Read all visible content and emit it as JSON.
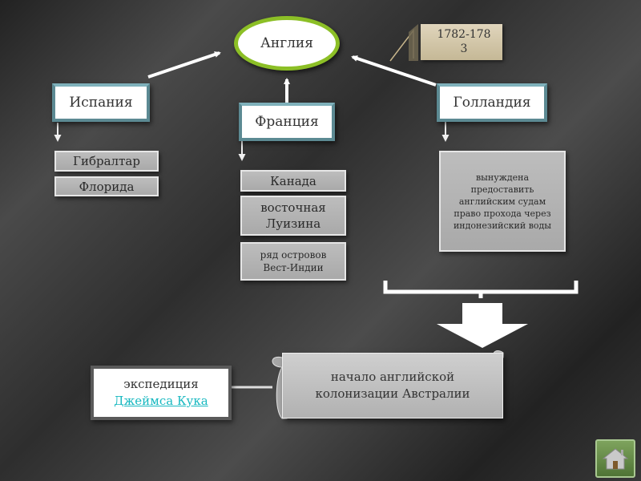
{
  "center": {
    "label": "Англия"
  },
  "date_badge": {
    "line1": "1782-178",
    "line2": "3"
  },
  "countries": {
    "spain": {
      "label": "Испания",
      "items": [
        "Гибралтар",
        "Флорида"
      ]
    },
    "france": {
      "label": "Франция",
      "items": [
        "Канада",
        "восточная Луизина",
        "ряд островов Вест-Индии"
      ]
    },
    "holland": {
      "label": "Голландия",
      "note": "вынуждена предоставить английским судам право прохода через индонезийский воды"
    }
  },
  "result": {
    "text": "начало английской колонизации Австралии"
  },
  "expedition": {
    "line1": "экспедиция",
    "link": "Джеймса Кука"
  },
  "colors": {
    "oval_border": "#8cbf26",
    "tab_border": "#5c8a93",
    "link": "#17b8c0",
    "home_button": "#5f8743"
  },
  "icons": {
    "home": "home-icon"
  }
}
